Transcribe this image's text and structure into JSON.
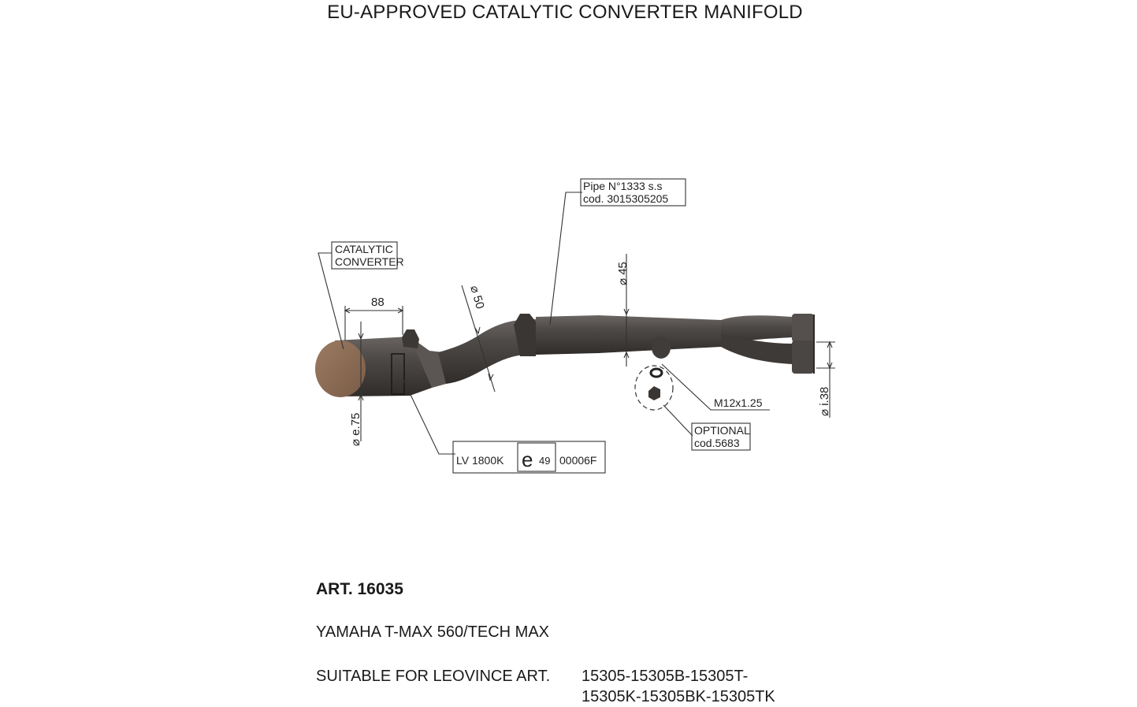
{
  "title": "EU-APPROVED CATALYTIC CONVERTER MANIFOLD",
  "labels": {
    "catalytic_line1": "CATALYTIC",
    "catalytic_line2": "CONVERTER",
    "pipe_line1": "Pipe N°1333 s.s",
    "pipe_line2": "cod. 3015305205",
    "dim_88": "88",
    "dim_50": "⌀ 50",
    "dim_45": "⌀ 45",
    "dim_e75": "⌀ e.75",
    "dim_i38": "⌀ i.38",
    "thread": "M12x1.25",
    "optional_line1": "OPTIONAL",
    "optional_line2": "cod.5683",
    "homolog_code": "LV 1800K",
    "homolog_mark": "e",
    "homolog_mark_number": "49",
    "homolog_number": "00006F"
  },
  "article": "ART. 16035",
  "model": "YAMAHA T-MAX 560/TECH MAX",
  "suitable_prefix": "SUITABLE FOR LEOVINCE ART.",
  "suitable_line1": "15305-15305B-15305T-",
  "suitable_line2": "15305K-15305BK-15305TK",
  "colors": {
    "pipe": "#4a4643",
    "catalyst_face": "#8c6e56",
    "line": "#333333"
  }
}
